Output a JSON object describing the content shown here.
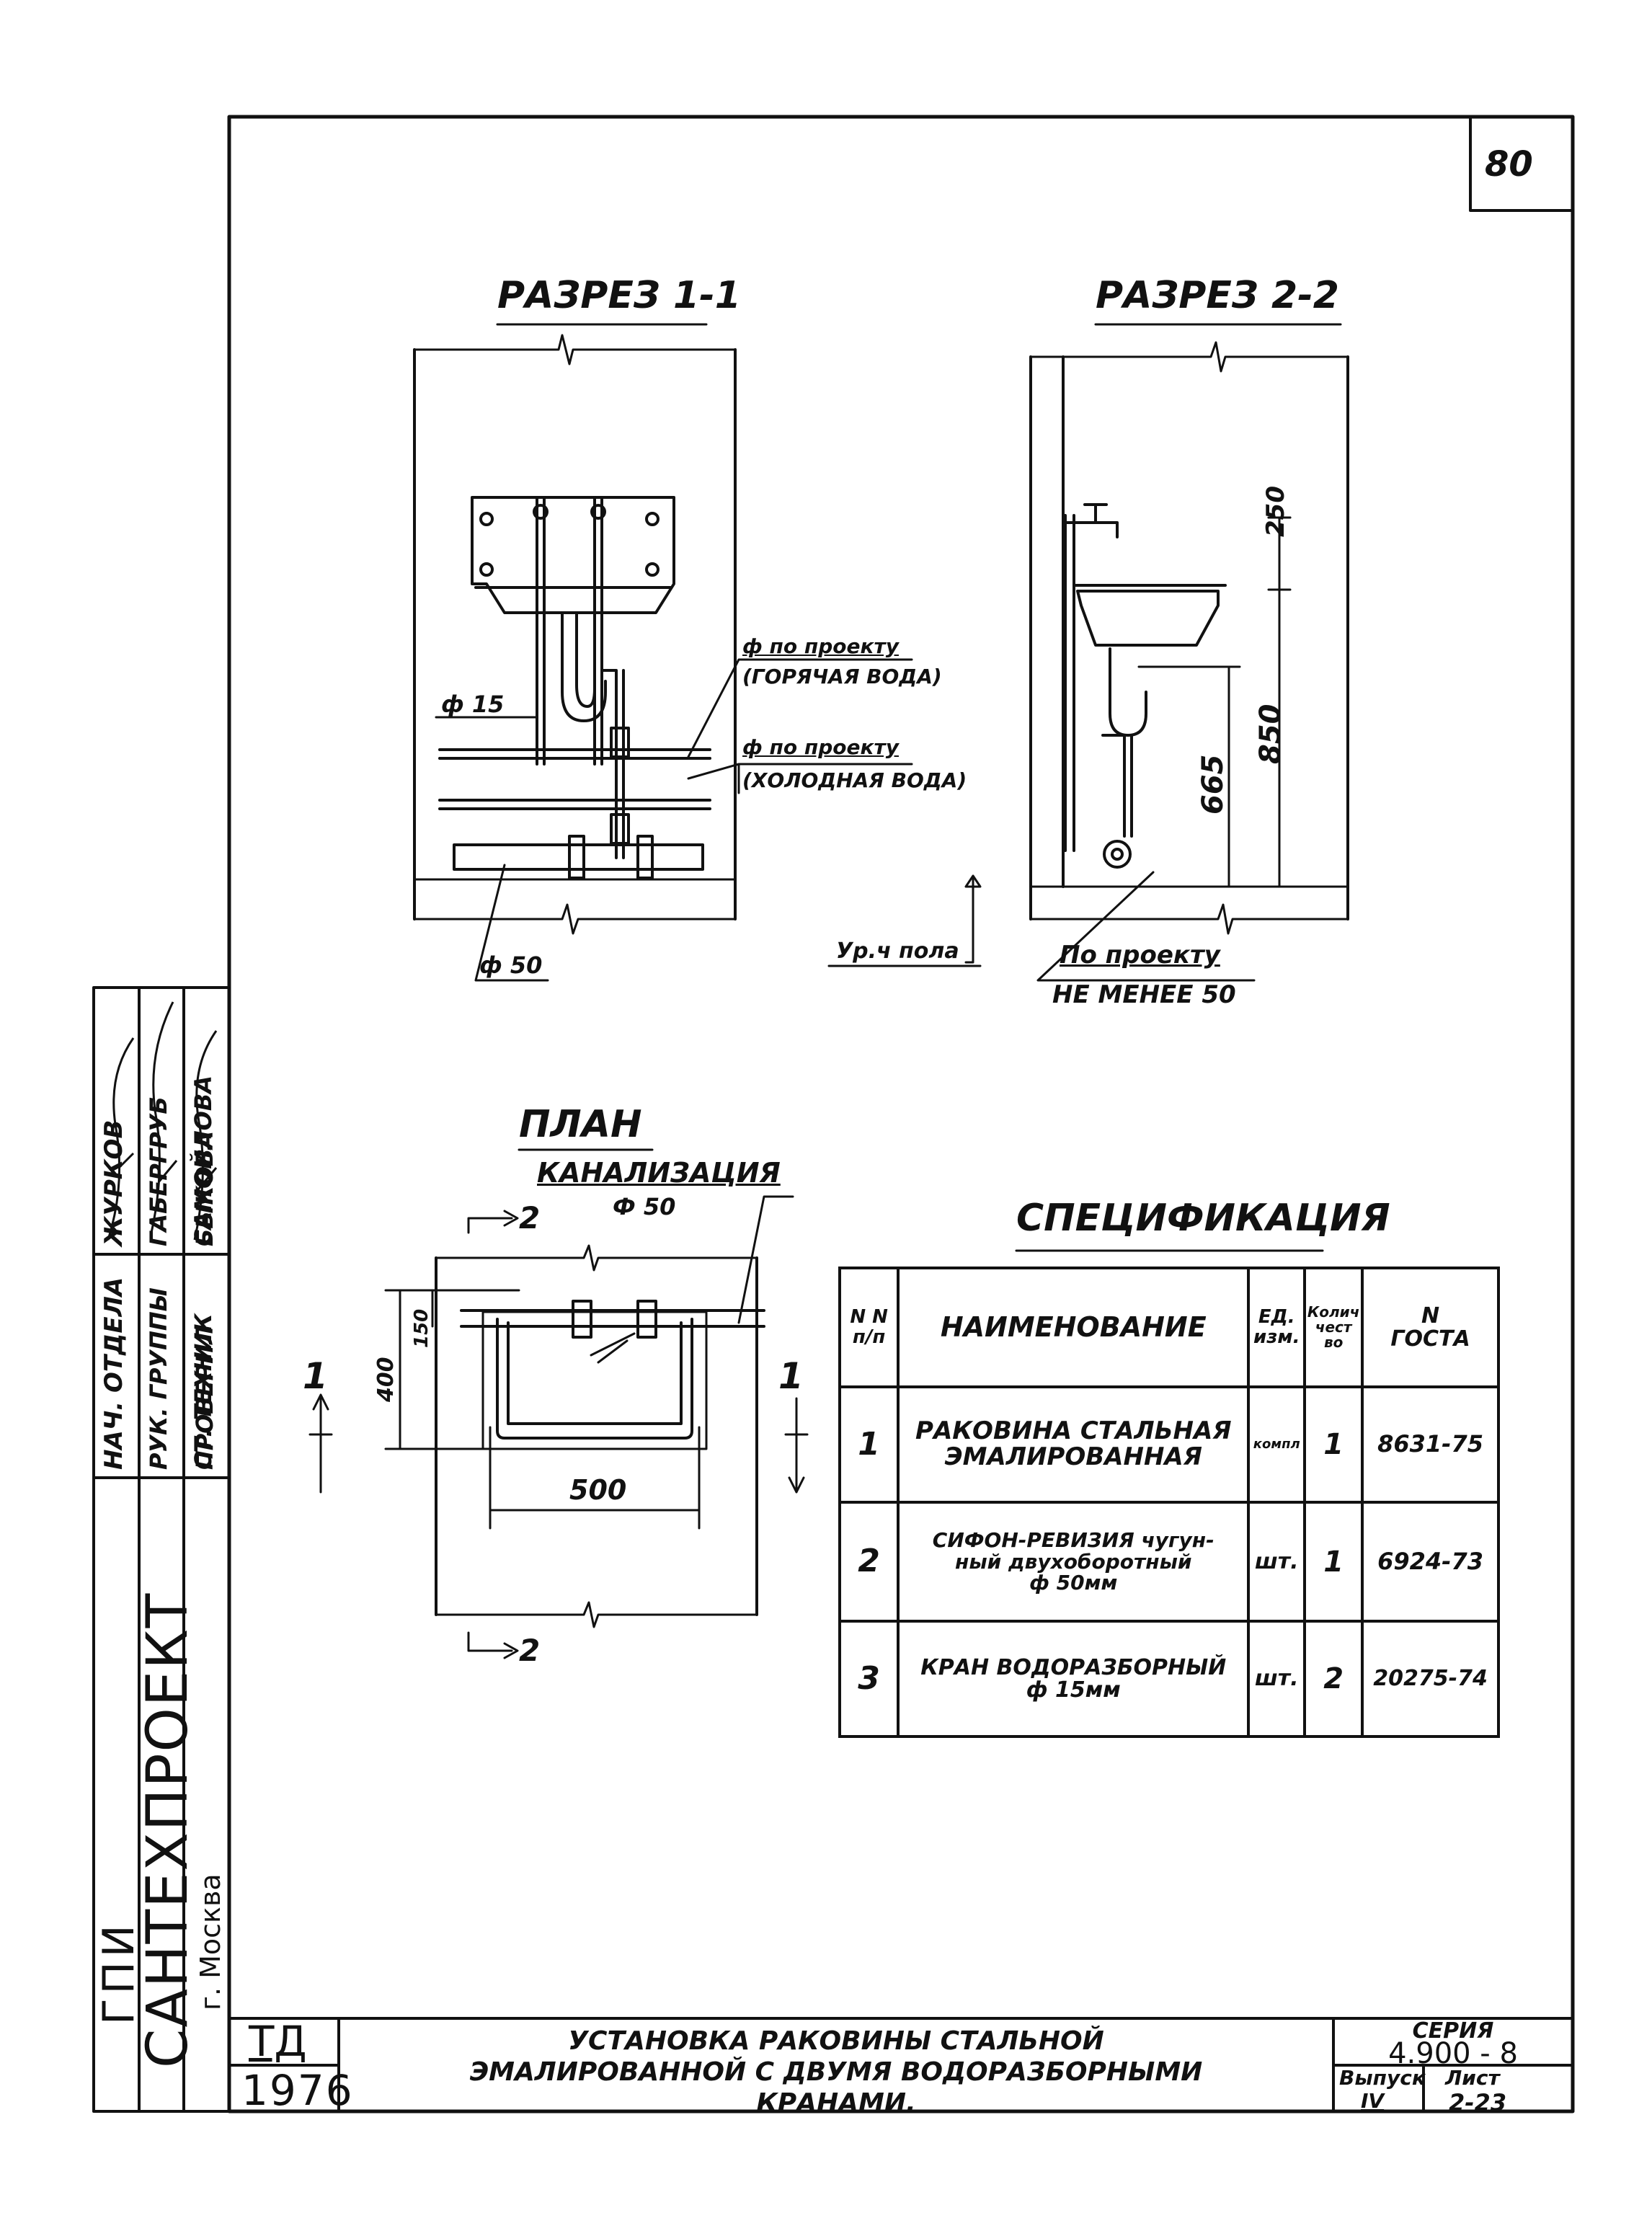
{
  "sheet": {
    "page_number": "80",
    "section_1_title": "РАЗРЕЗ 1-1",
    "section_2_title": "РАЗРЕЗ 2-2",
    "plan_title": "ПЛАН"
  },
  "section_1": {
    "hot_water_note_1": "ф по проекту",
    "hot_water_note_2": "(ГОРЯЧАЯ ВОДА)",
    "cold_water_note_1": "ф по проекту",
    "cold_water_note_2": "(ХОЛОДНАЯ ВОДА)",
    "pipe_15": "ф 15",
    "pipe_50": "ф 50"
  },
  "section_2": {
    "dim_250": "250",
    "dim_850": "850",
    "dim_665": "665",
    "floor_level": "Ур.ч пола",
    "note_1": "По проекту",
    "note_2": "НЕ МЕНЕЕ 50"
  },
  "plan": {
    "sewer_label": "КАНАЛИЗАЦИЯ",
    "sewer_diameter": "Ф 50",
    "dim_400": "400",
    "dim_150": "150",
    "dim_500": "500",
    "cut_1": "1",
    "cut_2": "2"
  },
  "spec": {
    "title": "СПЕЦИФИКАЦИЯ",
    "headers": {
      "num_1": "N N",
      "num_2": "п/п",
      "name": "НАИМЕНОВАНИЕ",
      "unit_1": "ЕД.",
      "unit_2": "изм.",
      "qty_1": "Колич",
      "qty_2": "чест",
      "qty_3": "во",
      "gost_1": "N",
      "gost_2": "ГОСТА"
    },
    "rows": [
      {
        "num": "1",
        "name_1": "РАКОВИНА СТАЛЬНАЯ",
        "name_2": "ЭМАЛИРОВАННАЯ",
        "name_3": "",
        "unit": "компл",
        "qty": "1",
        "gost": "8631-75"
      },
      {
        "num": "2",
        "name_1": "СИФОН-РЕВИЗИЯ чугун-",
        "name_2": "ный двухоборотный",
        "name_3": "ф 50мм",
        "unit": "шт.",
        "qty": "1",
        "gost": "6924-73"
      },
      {
        "num": "3",
        "name_1": "КРАН ВОДОРАЗБОРНЫЙ",
        "name_2": "ф 15мм",
        "name_3": "",
        "unit": "шт.",
        "qty": "2",
        "gost": "20275-74"
      }
    ]
  },
  "stamp": {
    "roles": [
      "НАЧ. ОТДЕЛА",
      "РУК. ГРУППЫ",
      "СТ. ТЕХНИК",
      "ПРОВЕРИЛ"
    ],
    "names": [
      "ЖУРКОВ",
      "ГАБЕРГРУБ",
      "САМОЙЛОВА",
      "БЫКОВА"
    ],
    "org_1": "ГПИ",
    "org_2": "САНТЕХПРОЕКТ",
    "org_3": "г. Москва",
    "td": "ТД",
    "year": "1976",
    "title_1": "УСТАНОВКА РАКОВИНЫ СТАЛЬНОЙ",
    "title_2": "ЭМАЛИРОВАННОЙ С ДВУМЯ ВОДОРАЗБОРНЫМИ",
    "title_3": "КРАНАМИ.",
    "series_label": "СЕРИЯ",
    "series_value": "4.900 - 8",
    "issue_label": "Выпуск",
    "issue_value": "IV",
    "sheet_label": "Лист",
    "sheet_value": "2-23"
  }
}
